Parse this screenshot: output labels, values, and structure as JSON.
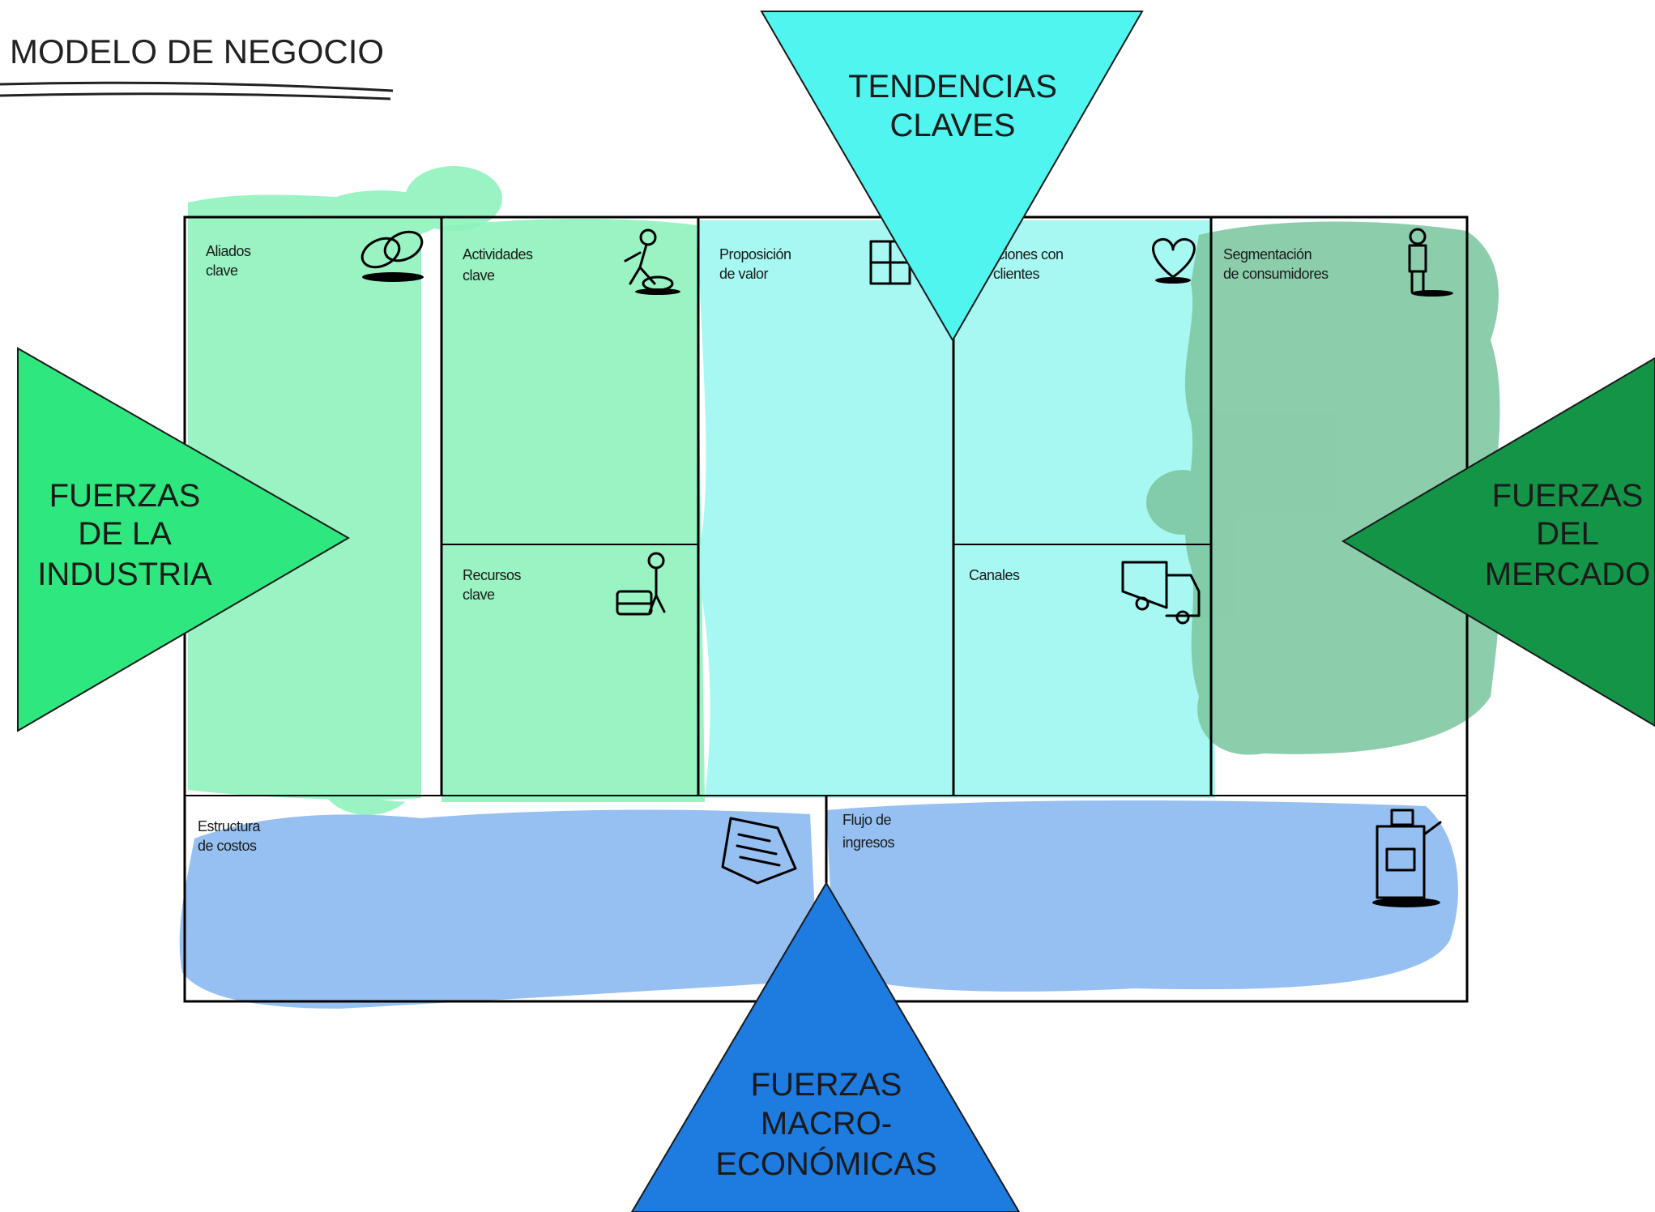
{
  "title": "MODELO DE NEGOCIO",
  "triangles": {
    "top": {
      "lines": [
        "TENDENCIAS",
        "CLAVES"
      ],
      "color": "#4ff5ee"
    },
    "left": {
      "lines": [
        "FUERZAS",
        "DE LA",
        "INDUSTRIA"
      ],
      "color": "#2ee87f"
    },
    "right": {
      "lines": [
        "FUERZAS",
        "DEL",
        "MERCADO"
      ],
      "color": "#149447"
    },
    "bottom": {
      "lines": [
        "FUERZAS",
        "MACRO-",
        "ECONÓMICAS"
      ],
      "color": "#1e7be0"
    }
  },
  "blocks": {
    "aliados": {
      "lines": [
        "Aliados",
        "clave"
      ],
      "icon": "link-chain-icon"
    },
    "actividades": {
      "lines": [
        "Actividades",
        "clave"
      ],
      "icon": "worker-icon"
    },
    "propuesta": {
      "lines": [
        "Proposición",
        "de valor"
      ],
      "icon": "gift-icon"
    },
    "relaciones": {
      "lines": [
        "aciones con",
        "clientes"
      ],
      "icon": "heart-icon"
    },
    "segmentos": {
      "lines": [
        "Segmentación",
        "de consumidores"
      ],
      "icon": "person-icon"
    },
    "recursos": {
      "lines": [
        "Recursos",
        "clave"
      ],
      "icon": "worker-machine-icon"
    },
    "canales": {
      "lines": [
        "Canales"
      ],
      "icon": "truck-icon"
    },
    "costos": {
      "lines": [
        "Estructura",
        "de costos"
      ],
      "icon": "receipt-icon"
    },
    "ingresos": {
      "lines": [
        "Flujo de",
        "ingresos"
      ],
      "icon": "cash-register-icon"
    }
  },
  "colors": {
    "green_light": "#8ef2bd",
    "cyan_light": "#a2f7f1",
    "green_dark": "#7fc8a3",
    "blue_light": "#8fbdf0"
  }
}
